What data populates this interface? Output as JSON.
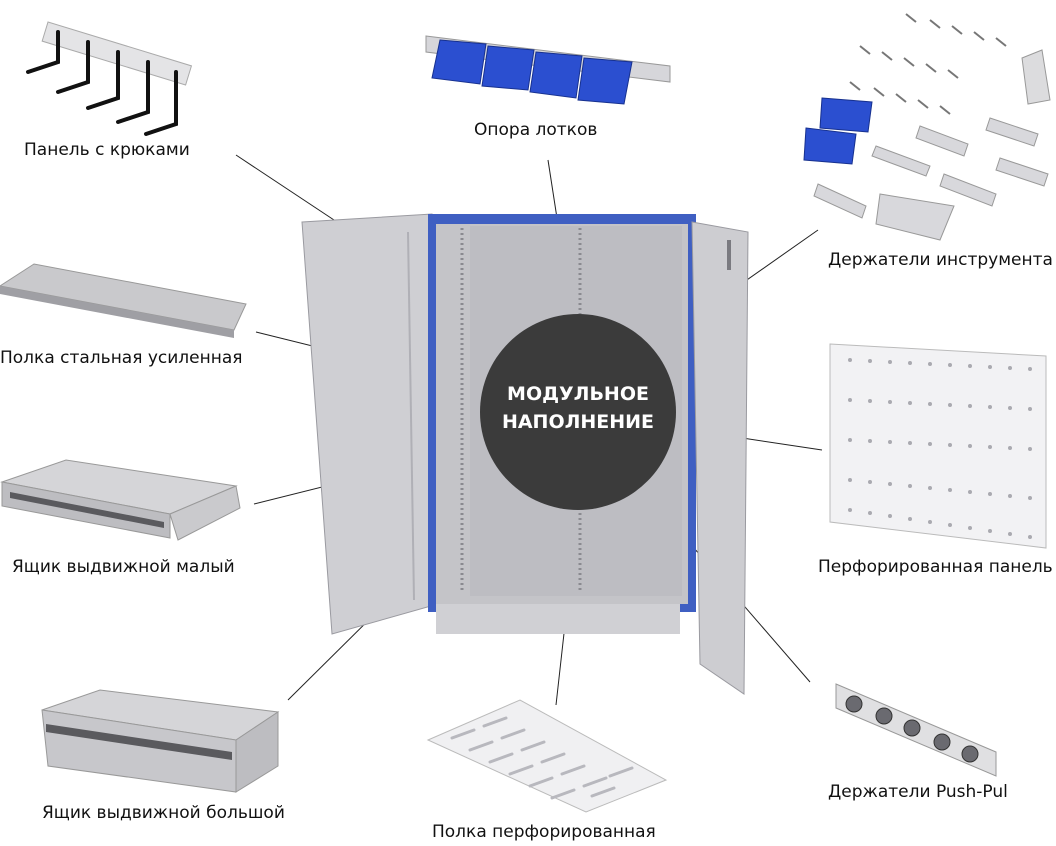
{
  "hub": {
    "line1": "МОДУЛЬНОЕ",
    "line2": "НАПОЛНЕНИЕ"
  },
  "labels": {
    "hooks_panel": "Панель с крюками",
    "tray_support": "Опора лотков",
    "tool_holders": "Держатели инструмента",
    "steel_shelf": "Полка стальная усиленная",
    "perforated_panel": "Перфорированная панель",
    "small_drawer": "Ящик выдвижной малый",
    "large_drawer": "Ящик выдвижной большой",
    "perforated_shelf": "Полка перфорированная",
    "push_pull_holders": "Держатели Push-Pul"
  },
  "colors": {
    "hub": "#3b3b3b",
    "frame_blue": "#3f5fc2",
    "bin_blue": "#2b4fd0",
    "steel": "#c9c9cc"
  }
}
